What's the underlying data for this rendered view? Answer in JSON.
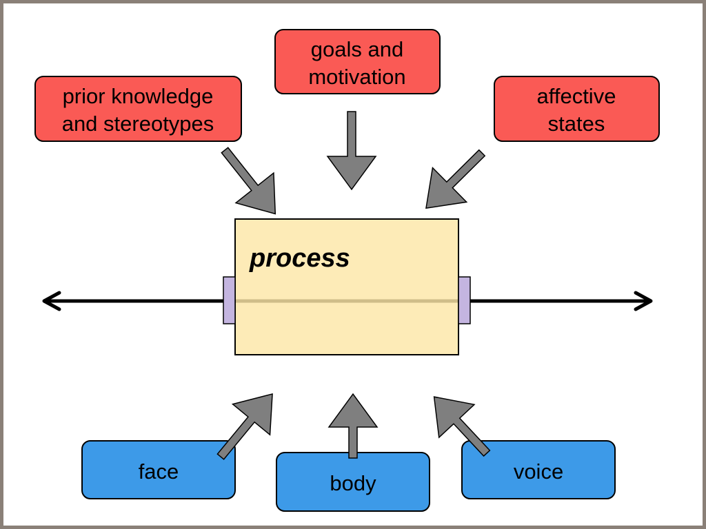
{
  "diagram": {
    "colors": {
      "influence_box": "#fa5a55",
      "cue_box": "#3d9ae8",
      "process_box": "#fde7a7",
      "arrow": "#7f7f7f",
      "connector": "#c4b5e0",
      "axis": "#000000",
      "frame": "#8a8078"
    },
    "influences": [
      {
        "id": "prior",
        "lines": [
          "prior knowledge",
          "and stereotypes"
        ]
      },
      {
        "id": "goals",
        "lines": [
          "goals and",
          "motivation"
        ]
      },
      {
        "id": "affective",
        "lines": [
          "affective",
          "states"
        ]
      }
    ],
    "process": {
      "label": "process"
    },
    "cues": [
      {
        "id": "face",
        "label": "face"
      },
      {
        "id": "body",
        "label": "body"
      },
      {
        "id": "voice",
        "label": "voice"
      }
    ]
  }
}
